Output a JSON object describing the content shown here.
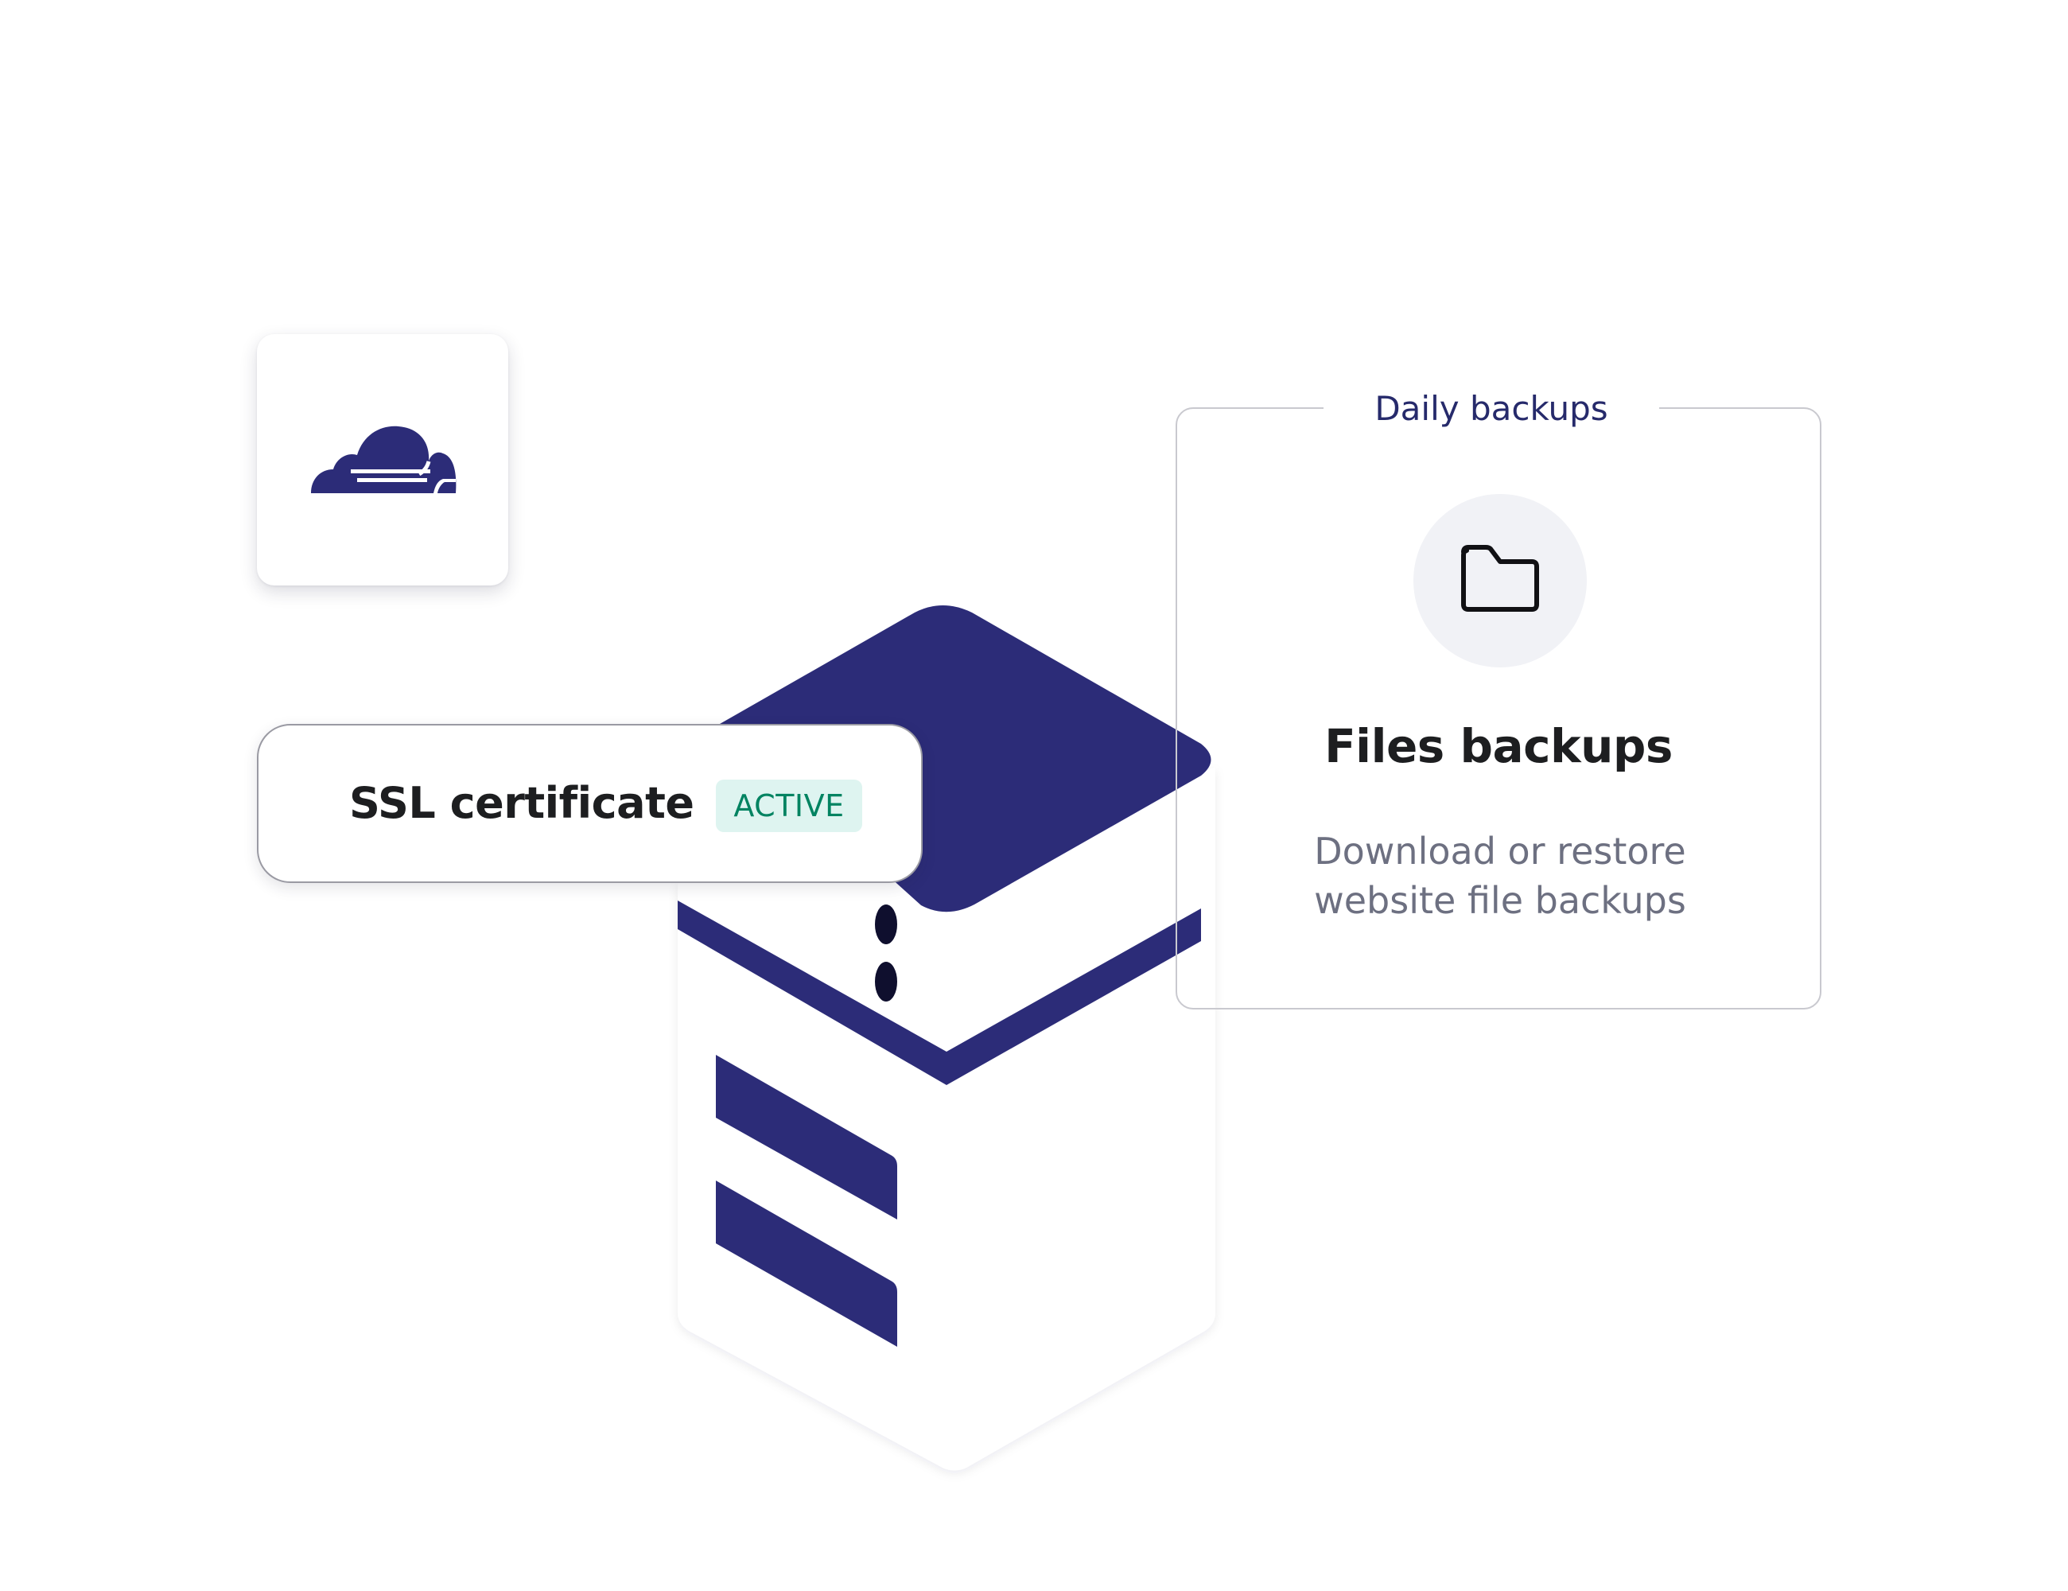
{
  "cloudflare": {
    "icon": "cloudflare-cloud-icon"
  },
  "server": {
    "icon": "server-illustration"
  },
  "backups": {
    "legend": "Daily backups",
    "icon": "folder-icon",
    "title": "Files backups",
    "description_line1": "Download or restore",
    "description_line2": "website file backups"
  },
  "ssl": {
    "label": "SSL certificate",
    "status": "ACTIVE"
  },
  "colors": {
    "navy": "#2c2c78",
    "badge_bg": "#def4f0",
    "badge_text": "#008361",
    "muted_text": "#6d7081"
  }
}
